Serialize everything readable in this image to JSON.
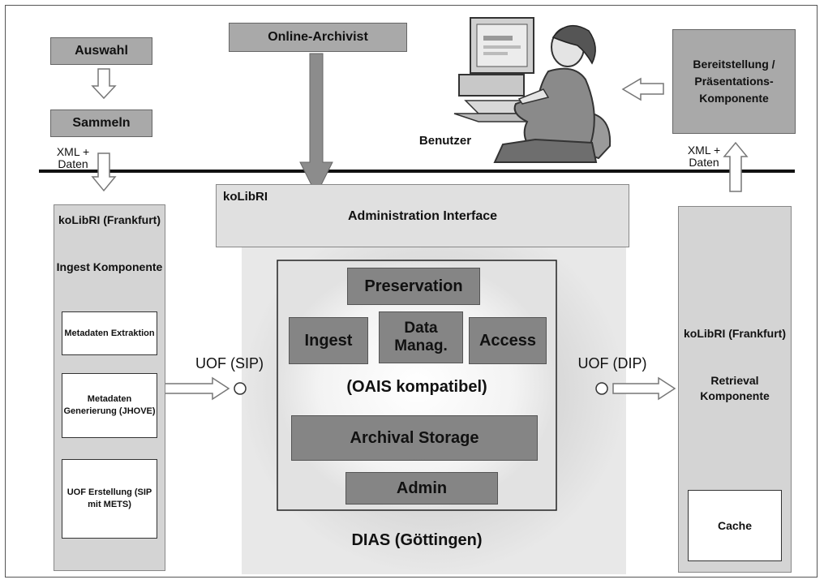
{
  "top": {
    "auswahl": "Auswahl",
    "sammeln": "Sammeln",
    "online_archivist": "Online-Archivist",
    "benutzer": "Benutzer",
    "bereitstellung": "Bereitstellung / Präsentations-Komponente",
    "xml_left": "XML + Daten",
    "xml_right": "XML + Daten"
  },
  "admin_bar": {
    "kolibri": "koLibRI",
    "title": "Administration Interface"
  },
  "left_column": {
    "title": "koLibRI (Frankfurt)",
    "subtitle": "Ingest Komponente",
    "boxes": [
      "Metadaten Extraktion",
      "Metadaten Generierung (JHOVE)",
      "UOF Erstellung (SIP mit METS)"
    ]
  },
  "right_column": {
    "title": "koLibRI (Frankfurt)",
    "subtitle": "Retrieval Komponente",
    "cache": "Cache"
  },
  "center": {
    "preservation": "Preservation",
    "ingest": "Ingest",
    "data_manag": "Data Manag.",
    "access": "Access",
    "oais": "(OAIS kompatibel)",
    "archival_storage": "Archival Storage",
    "admin": "Admin",
    "dias": "DIAS (Göttingen)"
  },
  "interfaces": {
    "uof_sip": "UOF (SIP)",
    "uof_dip": "UOF (DIP)"
  }
}
